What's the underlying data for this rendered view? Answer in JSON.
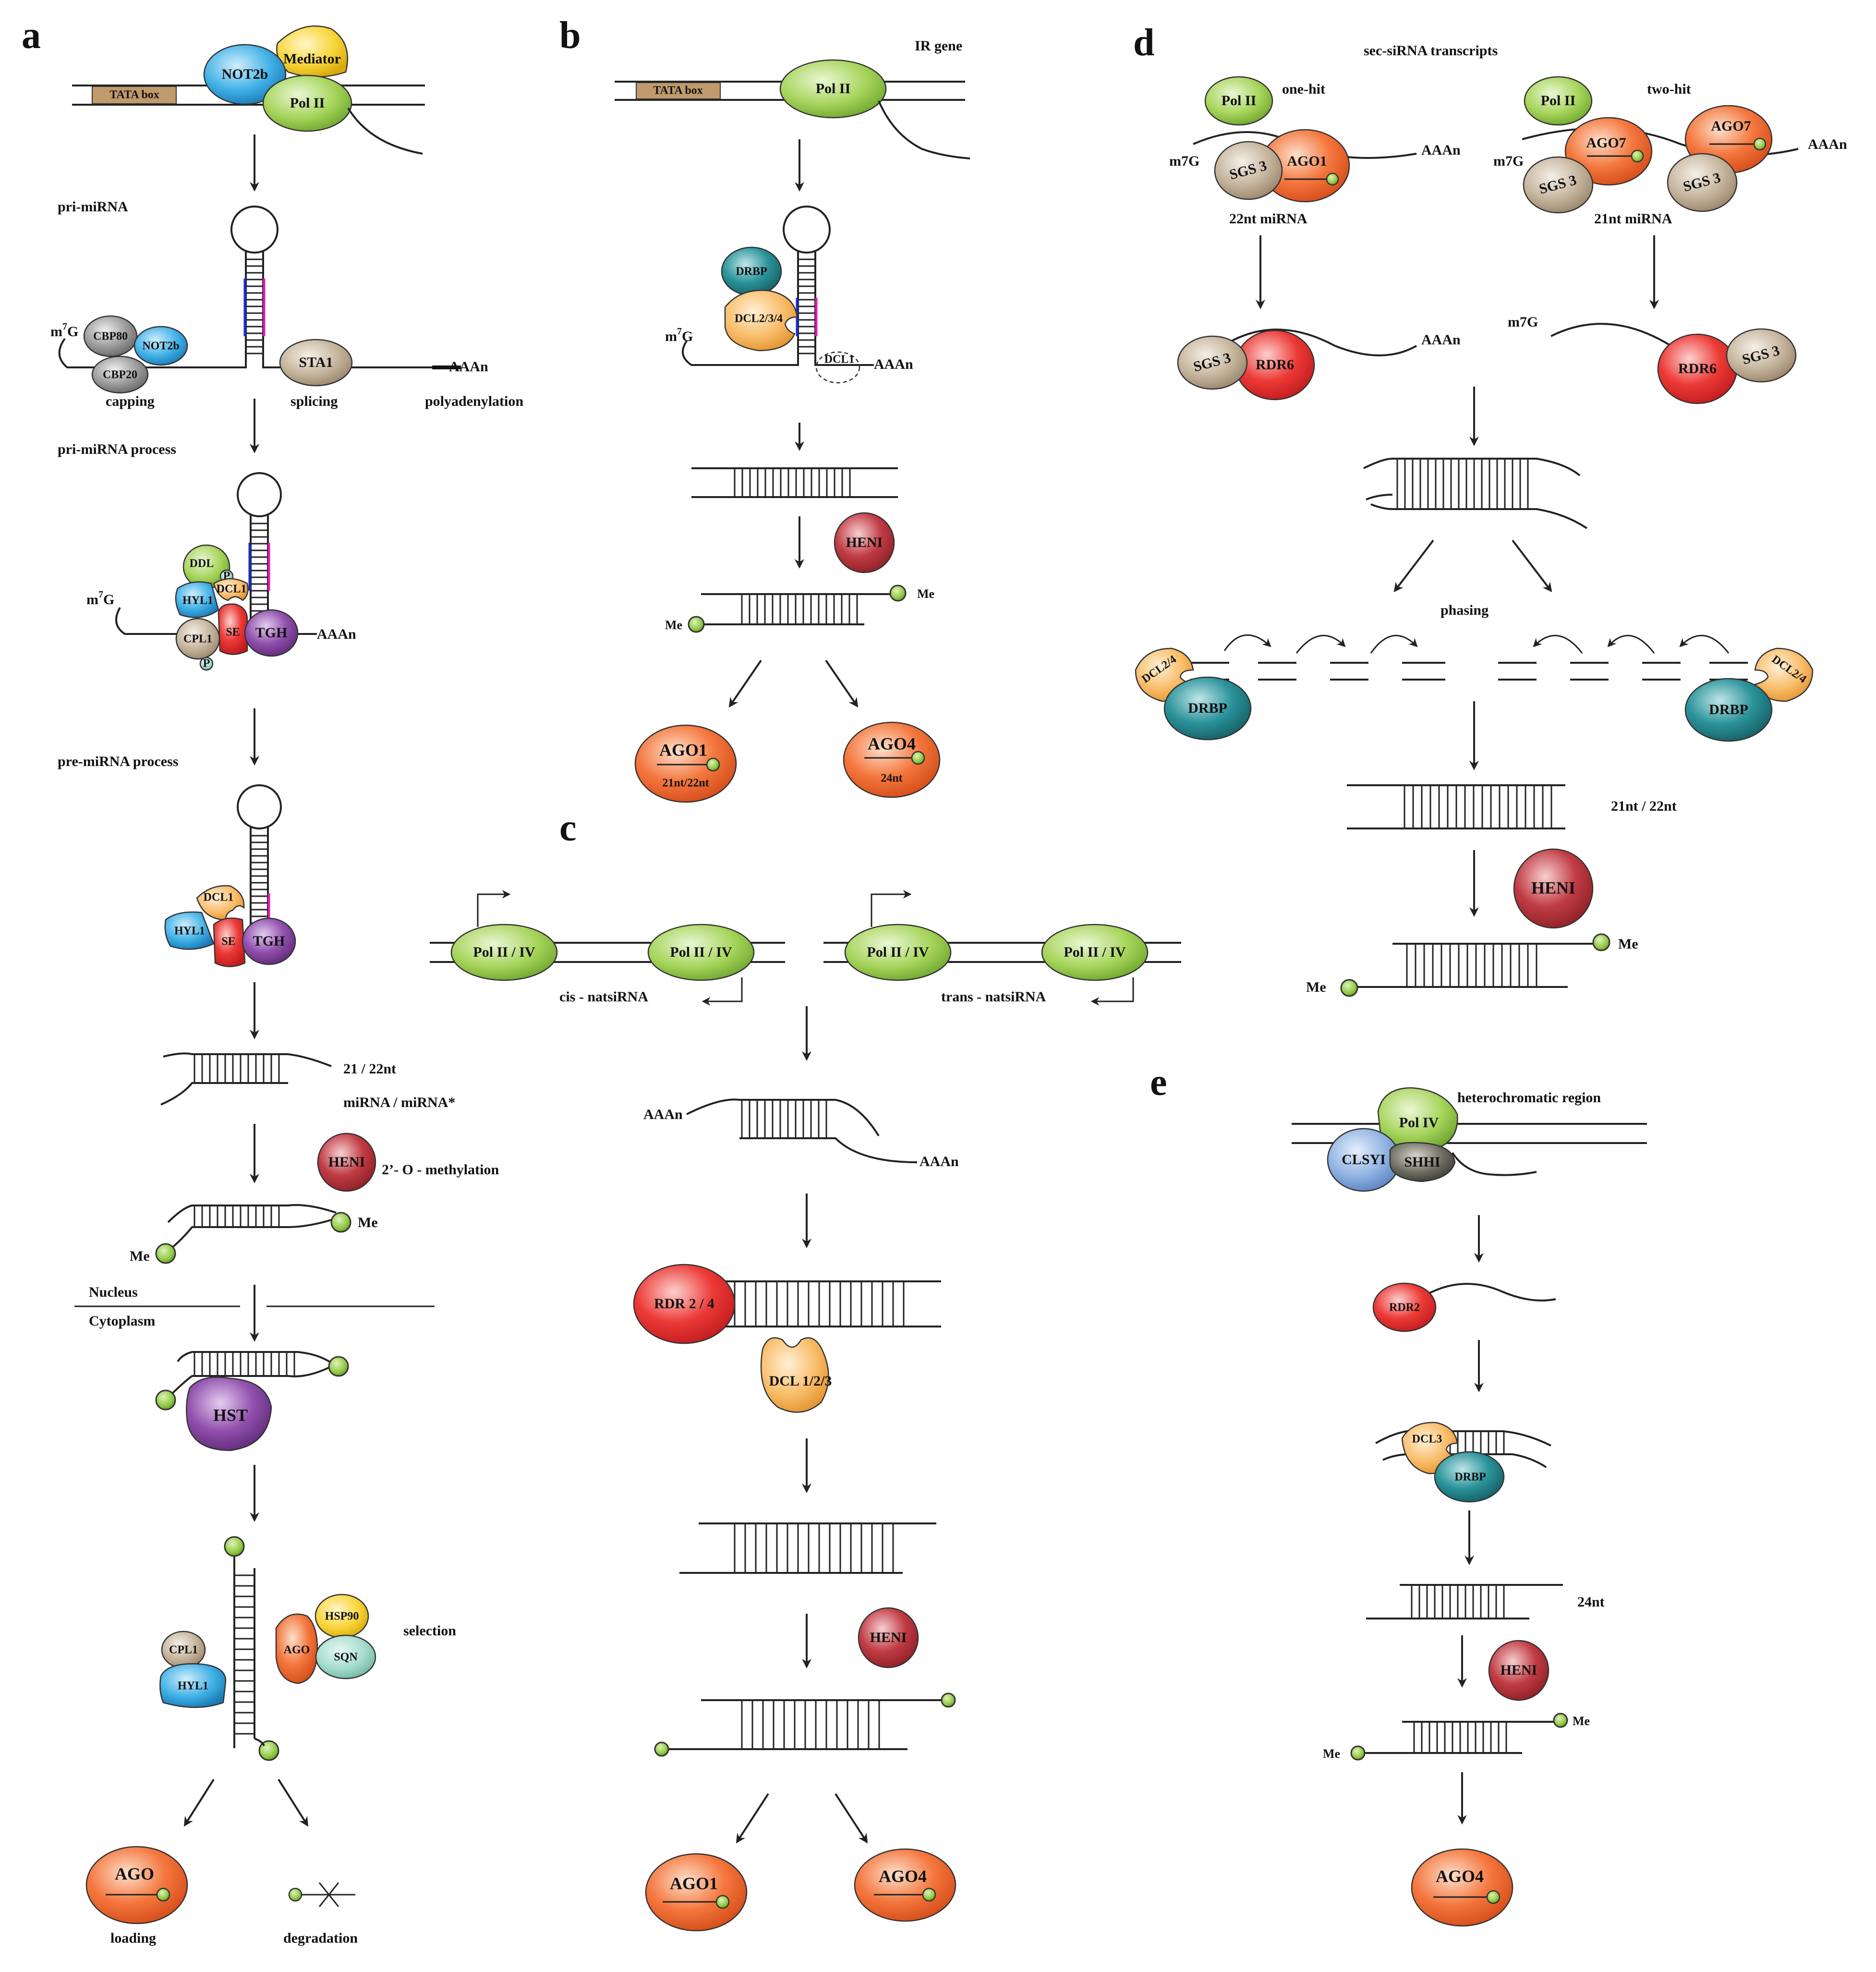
{
  "panels": {
    "a": {
      "letter": "a",
      "tata": "TATA box",
      "not2b": "NOT2b",
      "mediator": "Mediator",
      "pol2": "Pol II",
      "pri_mirna": "pri-miRNA",
      "m7g": "m",
      "m7g_sup": "7",
      "m7g_g": "G",
      "cbp80": "CBP80",
      "cbp20": "CBP20",
      "not2b_small": "NOT2b",
      "sta1": "STA1",
      "aaan": "AAAn",
      "capping": "capping",
      "splicing": "splicing",
      "polyadenylation": "polyadenylation",
      "pri_process": "pri-miRNA   process",
      "ddl": "DDL",
      "hyl1": "HYL1",
      "dcl1": "DCL1",
      "cpl1": "CPL1",
      "se": "SE",
      "tgh": "TGH",
      "p": "P",
      "aaan2": "AAAn",
      "pre_process": "pre-miRNA   process",
      "dcl1_b": "DCL1",
      "hyl1_b": "HYL1",
      "se_b": "SE",
      "tgh_b": "TGH",
      "len": "21 / 22nt",
      "mirna_star": "miRNA / miRNA*",
      "hen1": "HENI",
      "methylation": "2’- O - methylation",
      "me": "Me",
      "nucleus": "Nucleus",
      "cytoplasm": "Cytoplasm",
      "hst": "HST",
      "cpl1_c": "CPL1",
      "hyl1_c": "HYL1",
      "ago": "AGO",
      "hsp90": "HSP90",
      "sqn": "SQN",
      "selection": "selection",
      "ago_load": "AGO",
      "loading": "loading",
      "degradation": "degradation"
    },
    "b": {
      "letter": "b",
      "ir_gene": "IR gene",
      "tata": "TATA box",
      "pol2": "Pol II",
      "drbp": "DRBP",
      "dcl234": "DCL2/3/4",
      "dcl1": "DCL1",
      "m7g": "m",
      "m7g_sup": "7",
      "m7g_g": "G",
      "aaan": "AAAn",
      "hen1": "HENI",
      "me": "Me",
      "ago1": "AGO1",
      "ago1_len": "21nt/22nt",
      "ago4": "AGO4",
      "ago4_len": "24nt"
    },
    "c": {
      "letter": "c",
      "pol": "Pol II / IV",
      "cis": "cis - natsiRNA",
      "trans": "trans - natsiRNA",
      "aaan": "AAAn",
      "rdr": "RDR 2 / 4",
      "dcl": "DCL 1/2/3",
      "hen1": "HENI",
      "ago1": "AGO1",
      "ago4": "AGO4"
    },
    "d": {
      "letter": "d",
      "title": "sec-siRNA transcripts",
      "pol2": "Pol II",
      "one_hit": "one-hit",
      "two_hit": "two-hit",
      "m7g": "m7G",
      "sgs3": "SGS 3",
      "ago1": "AGO1",
      "ago7": "AGO7",
      "aaan": "AAAn",
      "mirna22": "22nt miRNA",
      "mirna21": "21nt miRNA",
      "rdr6": "RDR6",
      "phasing": "phasing",
      "dcl24": "DCL2/4",
      "drbp": "DRBP",
      "len": "21nt / 22nt",
      "hen1": "HENI",
      "me": "Me"
    },
    "e": {
      "letter": "e",
      "region": "heterochromatic region",
      "pol4": "Pol IV",
      "clsy1": "CLSYI",
      "shh1": "SHHI",
      "rdr2": "RDR2",
      "dcl3": "DCL3",
      "drbp": "DRBP",
      "len": "24nt",
      "hen1": "HENI",
      "me": "Me",
      "ago4": "AGO4"
    }
  },
  "colors": {
    "green": "#8dc63f",
    "blue": "#2b9fd8",
    "yellow": "#f7cf2a",
    "orange": "#f26a32",
    "red": "#e8262a",
    "dark_red": "#b3272d",
    "teal": "#1e7f86",
    "peach": "#f9b25a",
    "tan": "#b8a58e",
    "grey": "#8a8a8a",
    "purple": "#7d3d99",
    "box": "#c09a6b"
  }
}
